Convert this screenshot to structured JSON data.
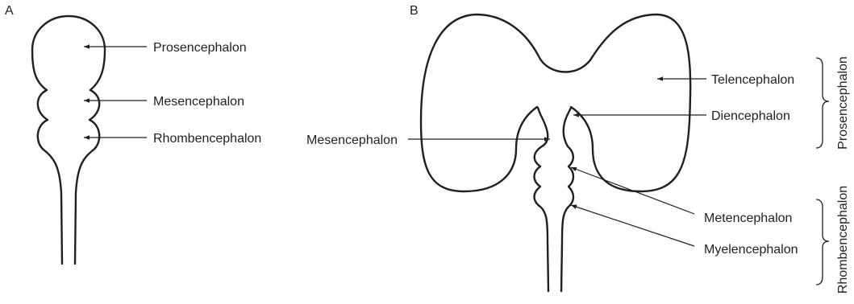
{
  "panel_a": {
    "letter": "A",
    "labels": {
      "prosencephalon": "Prosencephalon",
      "mesencephalon": "Mesencephalon",
      "rhombencephalon": "Rhombencephalon"
    }
  },
  "panel_b": {
    "letter": "B",
    "labels": {
      "telencephalon": "Telencephalon",
      "diencephalon": "Diencephalon",
      "mesencephalon": "Mesencephalon",
      "metencephalon": "Metencephalon",
      "myelencephalon": "Myelencephalon"
    },
    "groups": {
      "prosencephalon": "Prosencephalon",
      "rhombencephalon": "Rhombencephalon"
    }
  },
  "colors": {
    "ink": "#231f20",
    "background": "#ffffff"
  }
}
